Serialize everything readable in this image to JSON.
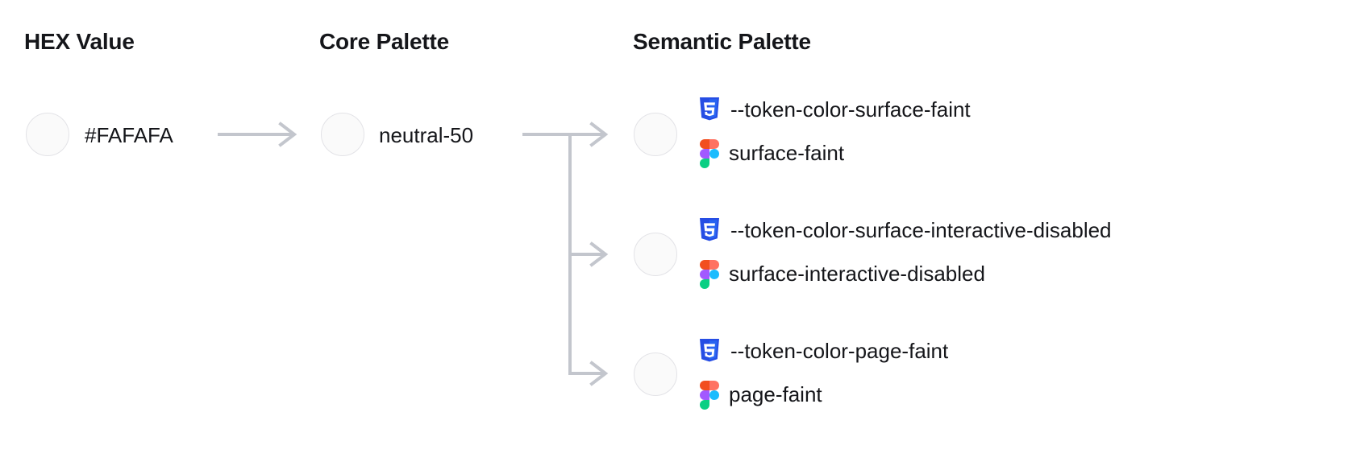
{
  "columns": {
    "hex": {
      "heading": "HEX Value"
    },
    "core": {
      "heading": "Core Palette"
    },
    "semantic": {
      "heading": "Semantic Palette"
    }
  },
  "hex": {
    "value": "#FAFAFA",
    "swatch_color": "#FAFAFA"
  },
  "core": {
    "value": "neutral-50",
    "swatch_color": "#FAFAFA"
  },
  "semantic": {
    "tokens": [
      {
        "css_variable": "--token-color-surface-faint",
        "figma_name": "surface-faint",
        "swatch_color": "#FAFAFA"
      },
      {
        "css_variable": "--token-color-surface-interactive-disabled",
        "figma_name": "surface-interactive-disabled",
        "swatch_color": "#FAFAFA"
      },
      {
        "css_variable": "--token-color-page-faint",
        "figma_name": "page-faint",
        "swatch_color": "#FAFAFA"
      }
    ]
  },
  "icons": {
    "css3": "css3-icon",
    "figma": "figma-icon",
    "arrow": "arrow-right-icon"
  },
  "colors": {
    "text": "#15161a",
    "connector": "#c3c6cd",
    "swatch_border": "#e3e3e7",
    "css3_blue": "#264DE4",
    "css3_blue_light": "#2965F1",
    "figma_orange": "#F24E1E",
    "figma_red": "#FF7262",
    "figma_purple": "#A259FF",
    "figma_blue": "#1ABCFE",
    "figma_green": "#0ACF83",
    "background": "#FFFFFF"
  }
}
